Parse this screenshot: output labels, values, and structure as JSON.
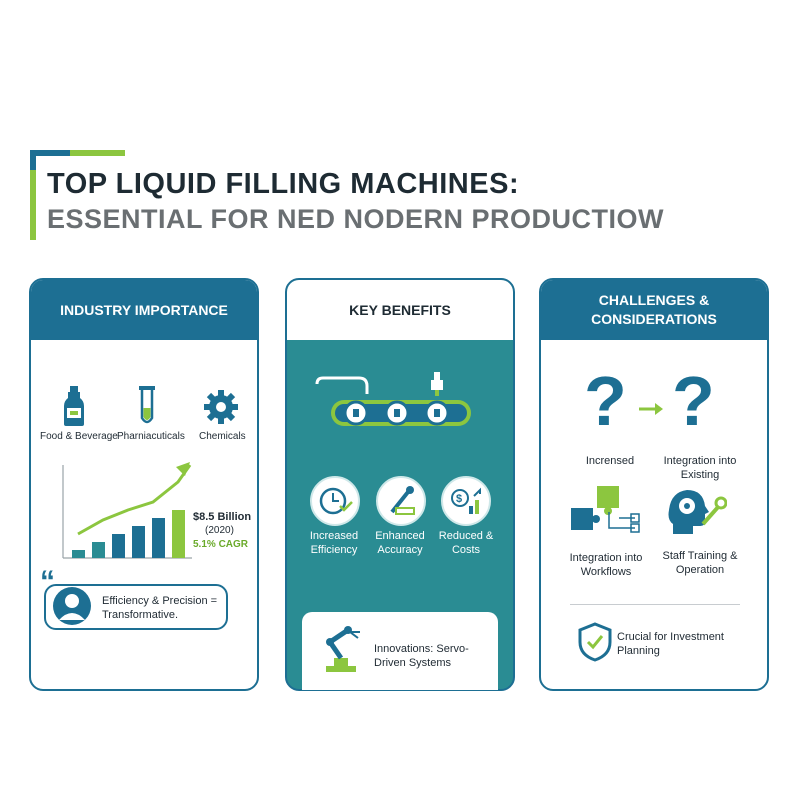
{
  "title": {
    "line1": "TOP LIQUID FILLING MACHINES:",
    "line2": "ESSENTIAL FOR NED NODERN PRODUCTIOW"
  },
  "panels": {
    "industry": {
      "header": "INDUSTRY IMPORTANCE",
      "sectors": [
        "Food & Beverage",
        "Pharniacuticals",
        "Chemicals"
      ],
      "stat_value": "$8.5 Billion",
      "stat_year": "(2020)",
      "stat_cagr": "5.1% CAGR",
      "quote": "Efficiency & Precision = Transformative.",
      "chart_values": [
        1,
        2,
        3,
        4,
        5,
        6
      ]
    },
    "benefits": {
      "header": "KEY BENEFITS",
      "items": [
        {
          "label": "Increased Efficiency",
          "icon": "clock-check-icon"
        },
        {
          "label": "Enhanced Accuracy",
          "icon": "dropper-ruler-icon"
        },
        {
          "label": "Reduced & Costs",
          "icon": "dollar-growth-icon"
        }
      ],
      "innovation": "Innovations: Servo-Driven Systems"
    },
    "challenges": {
      "header": "CHALLENGES & CONSIDERATIONS",
      "items": [
        {
          "label": "Incrensed",
          "icon": "question-icon"
        },
        {
          "label": "Integration into Existing",
          "icon": "question-icon"
        },
        {
          "label": "Integration into Workflows",
          "icon": "puzzle-icon"
        },
        {
          "label": "Staff Training & Operation",
          "icon": "head-gear-wrench-icon"
        }
      ],
      "footer": "Crucial for Investment Planning"
    }
  },
  "colors": {
    "primary_blue": "#1d6f93",
    "teal": "#2a8c93",
    "green": "#8cc63f"
  }
}
